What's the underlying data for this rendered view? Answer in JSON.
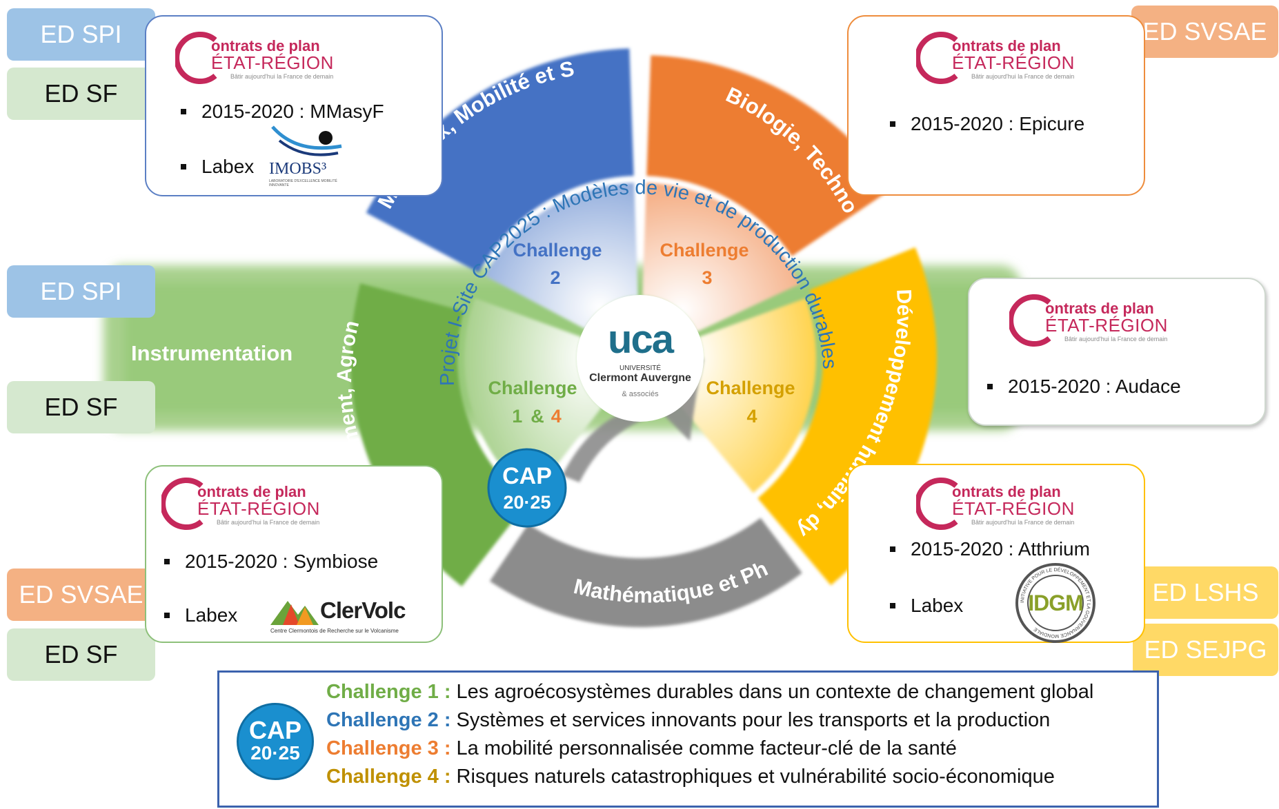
{
  "ed_tags": {
    "top_left_spi": "ED SPI",
    "top_left_sf": "ED SF",
    "mid_left_spi": "ED SPI",
    "mid_left_sf": "ED SF",
    "bottom_left_svsae": "ED SVSAE",
    "bottom_left_sf": "ED SF",
    "top_right_svsae": "ED SVSAE",
    "bottom_right_lshs": "ED LSHS",
    "bottom_right_sejpg": "ED SEJPG"
  },
  "cper_logo": {
    "line1": "ontrats de plan",
    "line2": "ÉTAT-RÉGION",
    "line3": "Bâtir aujourd'hui la France de demain"
  },
  "boxes": {
    "top_left": {
      "item1": "2015-2020 : MMasyF",
      "item2": "Labex",
      "labex_logo": "IMOBS³",
      "labex_sub": "LABORATOIRE D'EXCELLENCE MOBILITÉ INNOVANTE"
    },
    "top_right": {
      "item1": "2015-2020 : Epicure"
    },
    "mid_right": {
      "item1": "2015-2020 : Audace"
    },
    "bottom_left": {
      "item1": "2015-2020 : Symbiose",
      "item2": "Labex",
      "labex_logo": "ClerVolc",
      "labex_sub": "Centre Clermontois de Recherche sur le Volcanisme"
    },
    "bottom_right": {
      "item1": "2015-2020 : Atthrium",
      "item2": "Labex",
      "labex_logo": "IDGM",
      "labex_ring": "INITIATIVE POUR LE DÉVELOPPEMENT ET LA GOUVERNANCE MONDIALE"
    }
  },
  "instrumentation": "Instrumentation",
  "sectors": {
    "materials": "Matériaux, Mobilité et Systèmes Complexes",
    "biology": "Biologie, Technologie et Santé",
    "human": "Développement humain, dynamique des sociétés",
    "math": "Mathématique et Physique",
    "environment": "Environnement, Agronomie et Territoires"
  },
  "ring_text": "Projet I-Site CAP2025 : Modèles de vie et de production durables",
  "challenges": {
    "c2_label": "Challenge",
    "c2_num": "2",
    "c3_label": "Challenge",
    "c3_num": "3",
    "c14_label": "Challenge",
    "c14_num_a": "1",
    "c14_amp": "&",
    "c14_num_b": "4",
    "c4_label": "Challenge",
    "c4_num": "4"
  },
  "uca_logo": {
    "mark": "uca",
    "line1": "UNIVERSITÉ",
    "line2": "Clermont Auvergne",
    "line3": "& associés"
  },
  "cap_badge": {
    "line1": "CAP",
    "line2": "20·25"
  },
  "legend": {
    "badge_line1": "CAP",
    "badge_line2": "20·25",
    "items": [
      {
        "label": "Challenge 1 :",
        "text": "Les agroécosystèmes durables dans un contexte de changement global",
        "color": "#70ad47"
      },
      {
        "label": "Challenge 2 :",
        "text": "Systèmes et services innovants pour les transports et la production",
        "color": "#2e75b6"
      },
      {
        "label": "Challenge 3 :",
        "text": "La mobilité personnalisée comme facteur-clé de la santé",
        "color": "#ed7d31"
      },
      {
        "label": "Challenge 4 :",
        "text": "Risques naturels catastrophiques et vulnérabilité socio-économique",
        "color": "#bf9000"
      }
    ]
  },
  "colors": {
    "blue": "#4472c4",
    "orange": "#ed7d31",
    "yellow": "#ffc000",
    "green": "#70ad47",
    "grey": "#8c8c8c",
    "cper": "#c5285b"
  }
}
